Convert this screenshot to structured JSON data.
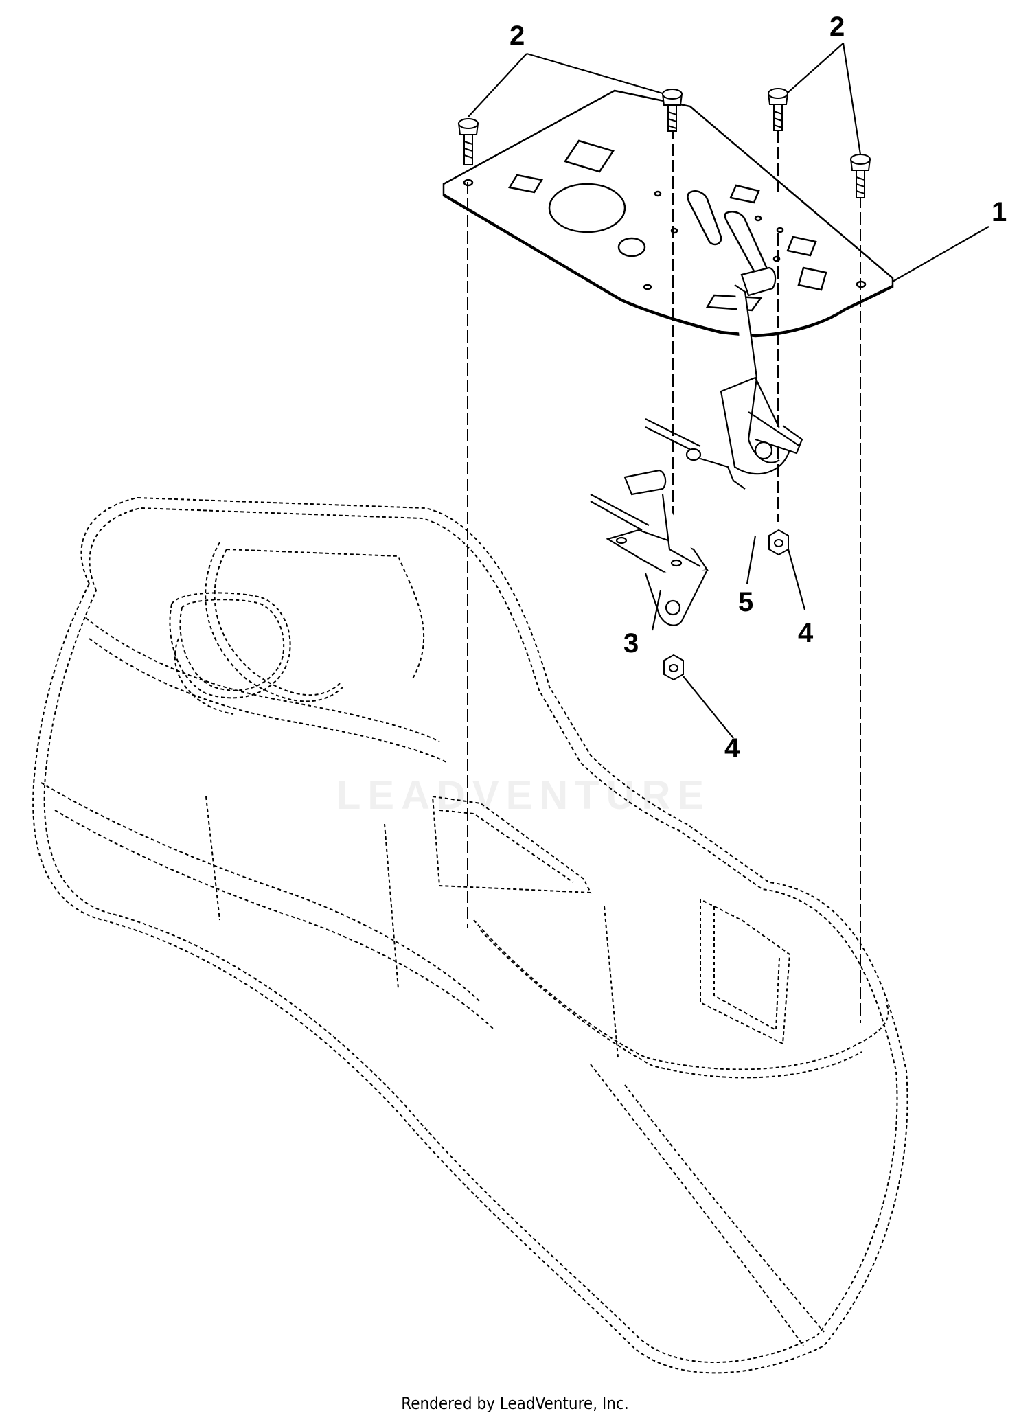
{
  "callouts": {
    "c1": "1",
    "c2a": "2",
    "c2b": "2",
    "c3": "3",
    "c4a": "4",
    "c4b": "4",
    "c5": "5"
  },
  "watermark": "LEADVENTURE",
  "footer": "Rendered by LeadVenture, Inc."
}
